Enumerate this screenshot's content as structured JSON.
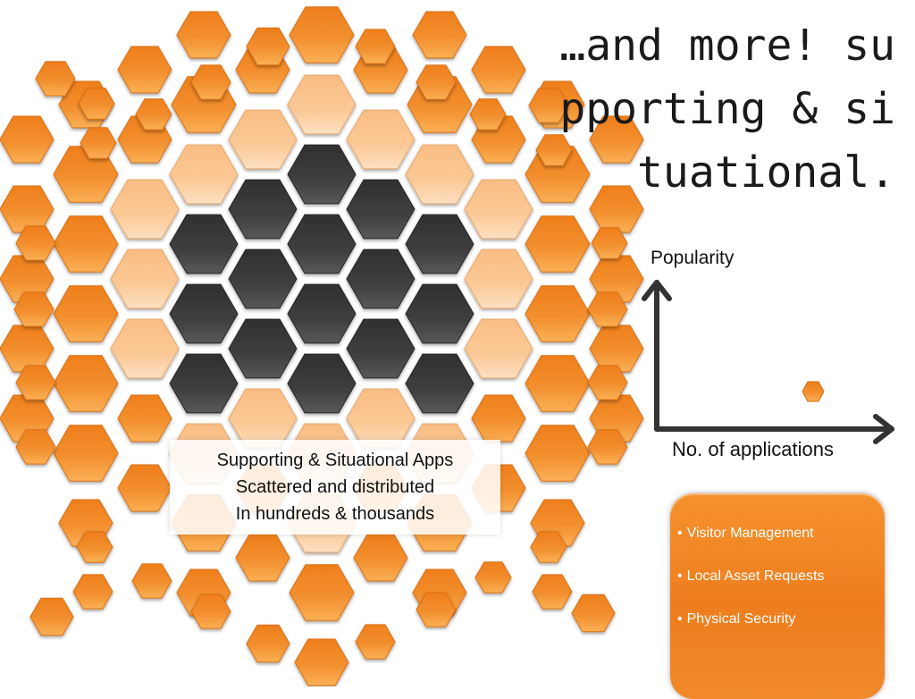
{
  "title": "…and more! supporting & situational.",
  "graph": {
    "y_label": "Popularity",
    "x_label": "No. of applications",
    "marker": "hexagon-marker",
    "marker_color": "#f08a24"
  },
  "caption": {
    "lines": [
      "Supporting & Situational Apps",
      "Scattered and distributed",
      "In hundreds & thousands"
    ]
  },
  "panel": {
    "items": [
      "Visitor Management",
      "Local Asset Requests",
      "Physical Security"
    ]
  },
  "colors": {
    "orange": "#ef8420",
    "peach": "#fbc796",
    "dark": "#3d3d3d",
    "text": "#111111"
  }
}
